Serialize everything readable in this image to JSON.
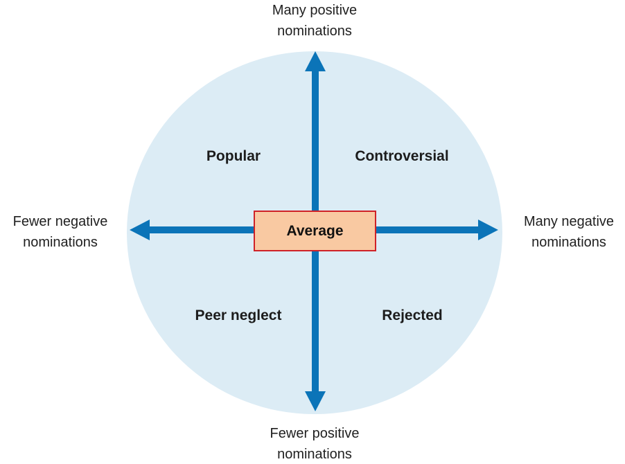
{
  "diagram": {
    "axis_labels": {
      "top": "Many positive nominations",
      "bottom": "Fewer positive nominations",
      "left": "Fewer negative nominations",
      "right": "Many negative nominations"
    },
    "quadrants": {
      "top_left": "Popular",
      "top_right": "Controversial",
      "bottom_left": "Peer neglect",
      "bottom_right": "Rejected"
    },
    "center_label": "Average",
    "colors": {
      "circle_fill": "#dcecf5",
      "arrow_blue": "#0b74b8",
      "center_box_fill": "#f9c9a2",
      "center_box_border": "#cf2127",
      "text": "#1f1f1f"
    }
  }
}
